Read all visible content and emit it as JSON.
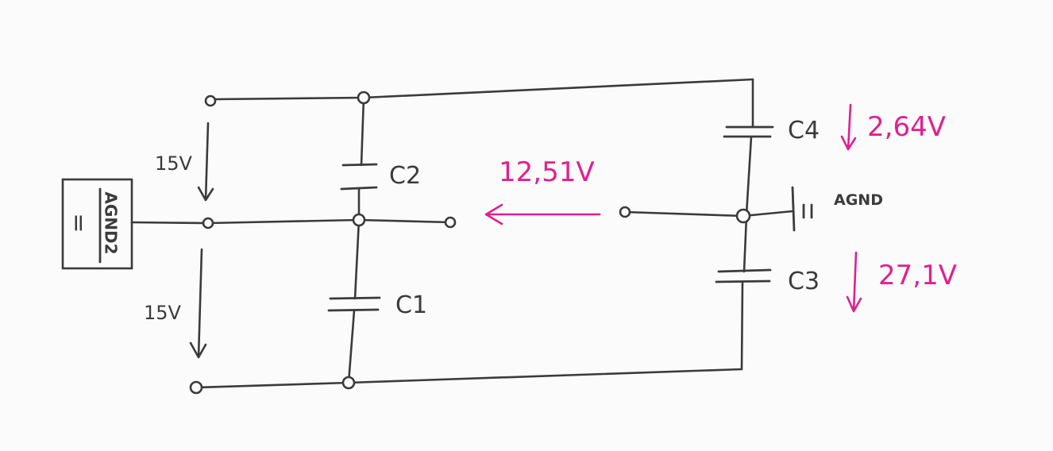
{
  "colors": {
    "ink": "#3b3b3b",
    "annotation": "#e0208f",
    "paper": "#fbfbfb"
  },
  "labels": {
    "c1": "C1",
    "c2": "C2",
    "c3": "C3",
    "c4": "C4",
    "v_top": "15V",
    "v_bottom": "15V",
    "agnd": "AGND",
    "agnd2": "AGND2",
    "source_symbol": "=",
    "gnd_symbol": "||"
  },
  "measurements": {
    "mid_voltage": "12,51V",
    "c4_voltage": "2,64V",
    "c3_voltage": "27,1V"
  }
}
